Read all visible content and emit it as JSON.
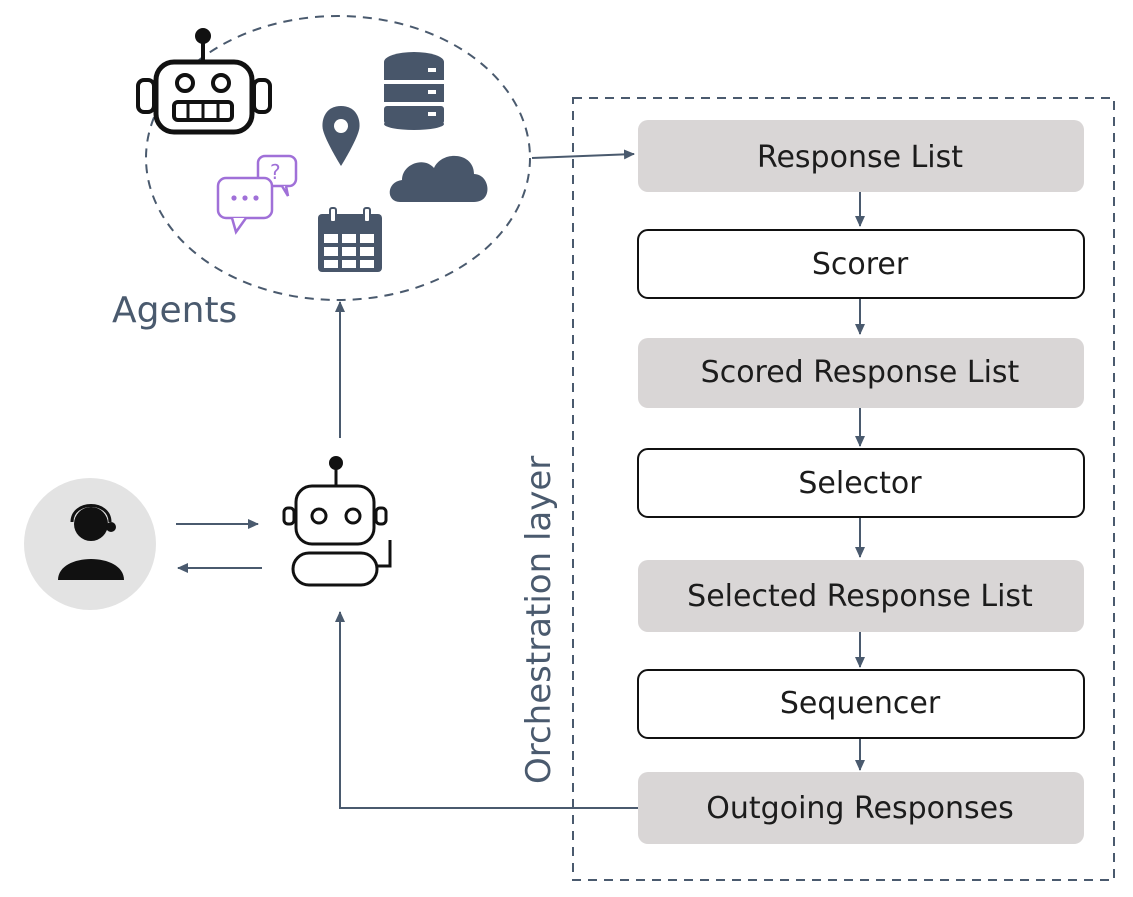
{
  "agents_label": "Agents",
  "orchestration_label": "Orchestration layer",
  "pipeline": [
    {
      "id": "response-list",
      "label": "Response List",
      "style": "data"
    },
    {
      "id": "scorer",
      "label": "Scorer",
      "style": "process"
    },
    {
      "id": "scored-response-list",
      "label": "Scored Response List",
      "style": "data"
    },
    {
      "id": "selector",
      "label": "Selector",
      "style": "process"
    },
    {
      "id": "selected-response-list",
      "label": "Selected Response List",
      "style": "data"
    },
    {
      "id": "sequencer",
      "label": "Sequencer",
      "style": "process"
    },
    {
      "id": "outgoing-responses",
      "label": "Outgoing Responses",
      "style": "data"
    }
  ],
  "icons": [
    "robot-icon",
    "database-icon",
    "location-pin-icon",
    "cloud-icon",
    "chat-bubbles-icon",
    "calendar-icon",
    "user-headset-icon",
    "assistant-bot-icon"
  ],
  "colors": {
    "arrow": "#4a5a6e",
    "data_box_fill": "#d9d6d6",
    "process_box_fill": "#ffffff",
    "icon_dark": "#48566a",
    "chat_purple": "#a070d8"
  }
}
